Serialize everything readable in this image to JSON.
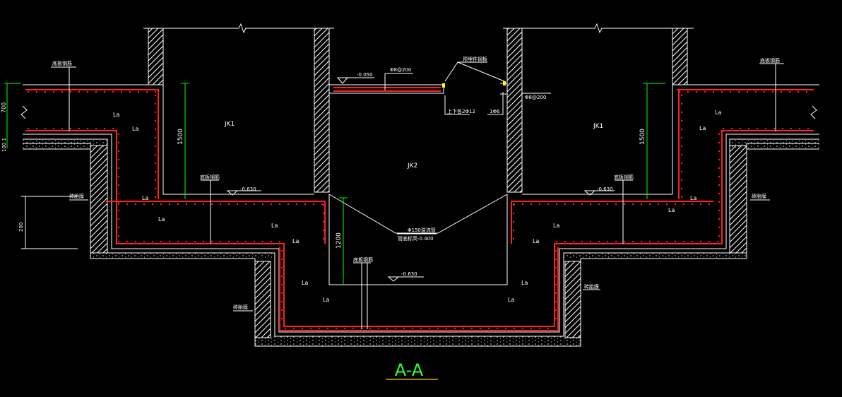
{
  "title": "A-A",
  "colors": {
    "background": "#000000",
    "outline": "#ffffff",
    "rebar": "#ff2020",
    "dimension": "#00ff00",
    "title": "#33ff33",
    "title_underline": "#ffcc00",
    "marker": "#ffff00"
  },
  "rooms": {
    "left": "JK1",
    "center": "JK2",
    "right": "JK1"
  },
  "dimensions": {
    "left_height": "1500",
    "right_height": "1500",
    "center_height": "1200",
    "left_700": "700",
    "left_small": "100 1",
    "left_side": "200"
  },
  "elevations": {
    "slab_top": "-0.050",
    "left_floor": "-0.630",
    "right_floor": "-0.630",
    "pit_bottom": "-0.630",
    "pipe_bottom": "-0.400"
  },
  "rebar_labels": {
    "slab_rebar": "Φ8@200",
    "right_wall_rebar": "Φ8@200",
    "slab_edge": "上下各2Φ12",
    "wall_edge": "1Φ6",
    "pipe": "Φ150溢流管",
    "pipe_sub": "管底标高-0.400"
  },
  "notes": {
    "top_right_note": "预埋件钢板",
    "left_top_note": "底板钢筋",
    "right_top_note": "底板钢筋",
    "left_mid_note": "底板钢筋",
    "right_mid_note": "底板钢筋",
    "pit_note": "底板钢筋",
    "left_side_note": "砖胎膜",
    "right_side_note": "砖胎膜",
    "pit_left_note": "砖胎膜",
    "pit_right_note": "砖胎膜"
  },
  "lap_label": "La"
}
